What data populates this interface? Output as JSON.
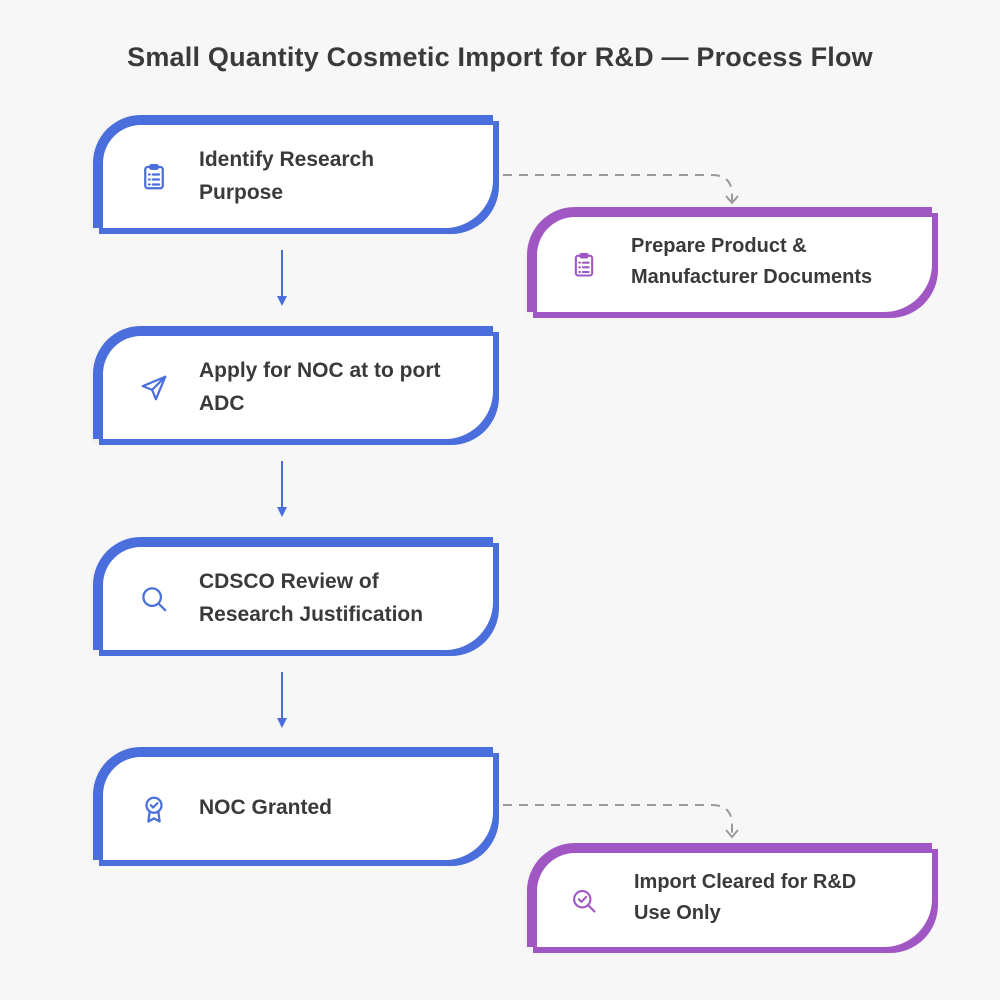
{
  "title": "Small Quantity Cosmetic Import for R&D — Process Flow",
  "colors": {
    "primary": "#4a6fdc",
    "secondary": "#a157c3",
    "connector": "#9a9a9a"
  },
  "steps": [
    {
      "label": "Identify Research Purpose",
      "icon": "clipboard-list-icon",
      "color": "primary"
    },
    {
      "label": "Apply for NOC at to port ADC",
      "icon": "send-icon",
      "color": "primary"
    },
    {
      "label": "CDSCO Review of Research Justification",
      "icon": "search-icon",
      "color": "primary"
    },
    {
      "label": "NOC Granted",
      "icon": "award-badge-icon",
      "color": "primary"
    }
  ],
  "side_steps": [
    {
      "label": "Prepare Product & Manufacturer Documents",
      "icon": "clipboard-list-icon",
      "color": "secondary",
      "branches_from": "Identify Research Purpose"
    },
    {
      "label": "Import Cleared for R&D Use Only",
      "icon": "search-check-icon",
      "color": "secondary",
      "branches_from": "NOC Granted"
    }
  ]
}
